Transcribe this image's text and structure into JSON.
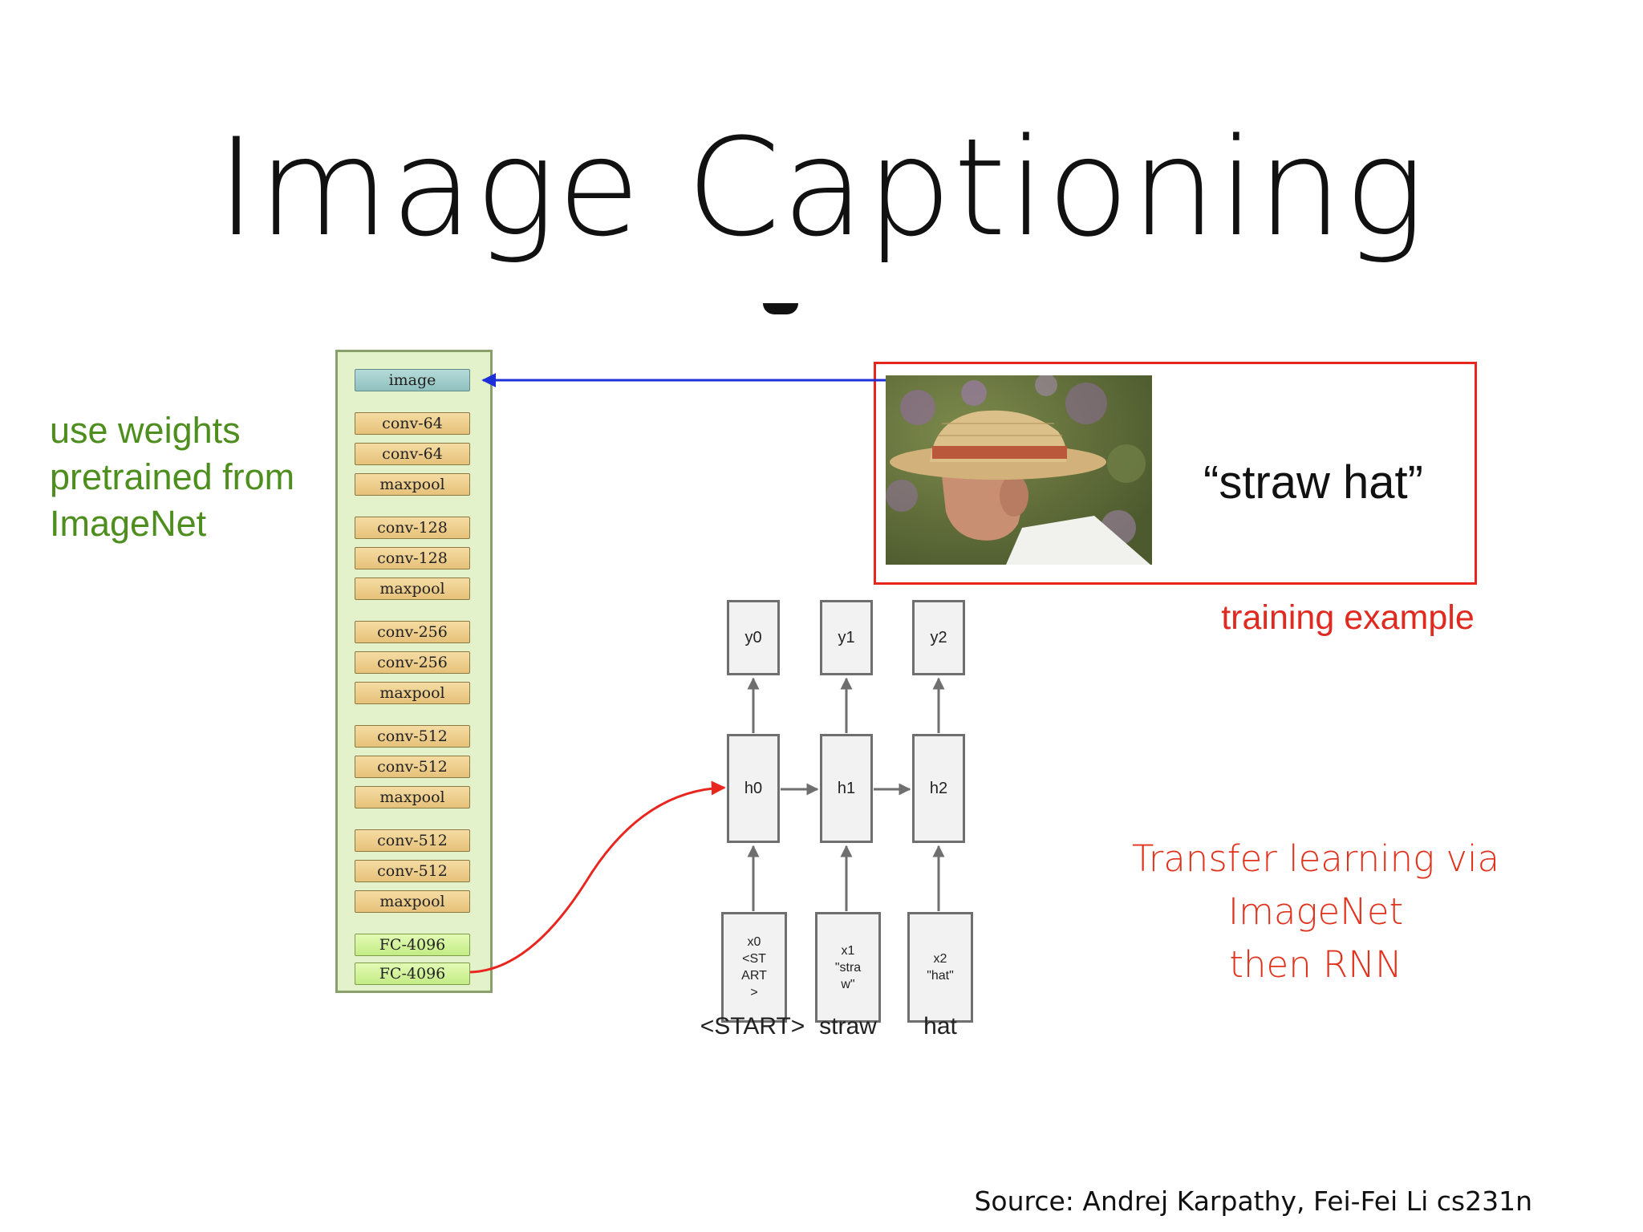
{
  "slide": {
    "title": "Image Captioning",
    "source": "Source: Andrej Karpathy, Fei-Fei Li  cs231n"
  },
  "cnn": {
    "side_label": "use weights\npretrained from\nImageNet",
    "layers": [
      "image",
      "conv-64",
      "conv-64",
      "maxpool",
      "conv-128",
      "conv-128",
      "maxpool",
      "conv-256",
      "conv-256",
      "maxpool",
      "conv-512",
      "conv-512",
      "maxpool",
      "conv-512",
      "conv-512",
      "maxpool",
      "FC-4096",
      "FC-4096"
    ]
  },
  "example": {
    "caption": "“straw hat”",
    "label": "training example"
  },
  "rnn": {
    "outputs": [
      "y0",
      "y1",
      "y2"
    ],
    "hidden": [
      "h0",
      "h1",
      "h2"
    ],
    "inputs": [
      "x0\n<ST\nART\n>",
      "x1\n\"stra\nw\"",
      "x2\n\"hat\""
    ],
    "words": [
      "<START>",
      "straw",
      "hat"
    ]
  },
  "note": {
    "line1": "Transfer learning via",
    "line2": "ImageNet",
    "line3": "then RNN"
  },
  "colors": {
    "cnn_text": "#4e8e1e",
    "training_red": "#e02a1f",
    "arrow_blue": "#1f2fd8",
    "note_red": "#e0321c"
  }
}
